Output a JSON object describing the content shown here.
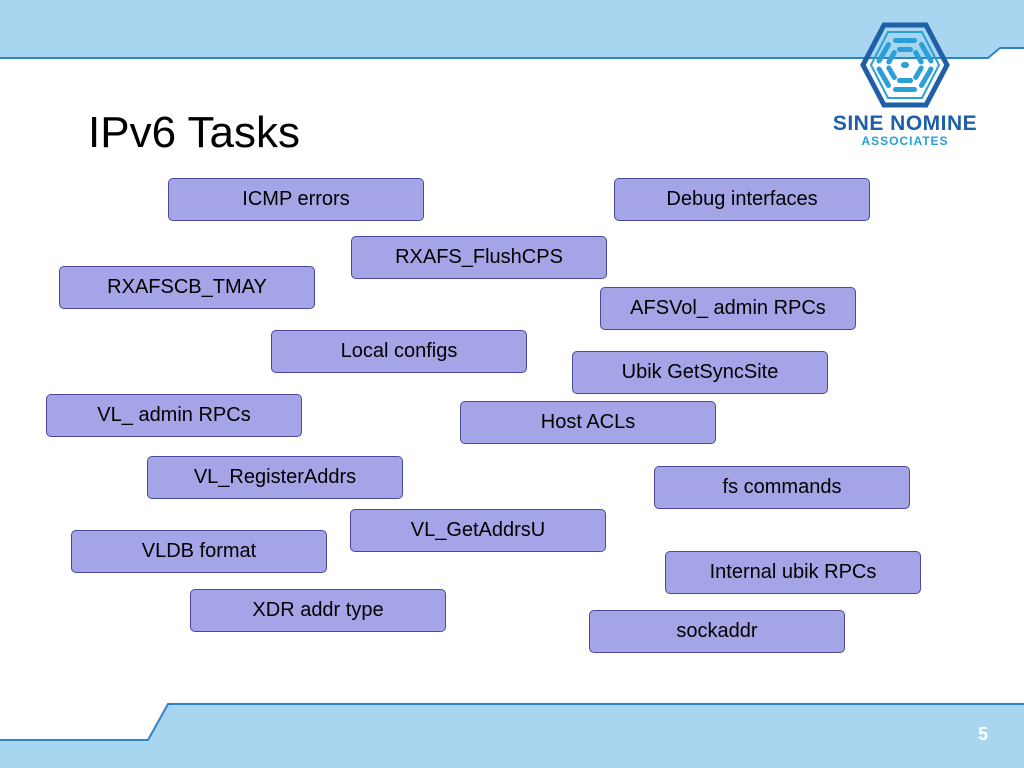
{
  "slide": {
    "title": "IPv6 Tasks",
    "page_number": "5"
  },
  "logo": {
    "line1": "SINE NOMINE",
    "line2": "ASSOCIATES"
  },
  "tasks": [
    "ICMP errors",
    "Debug interfaces",
    "RXAFS_FlushCPS",
    "RXAFSCB_TMAY",
    "AFSVol_ admin RPCs",
    "Local configs",
    "Ubik GetSyncSite",
    "VL_ admin RPCs",
    "Host ACLs",
    "VL_RegisterAddrs",
    "fs commands",
    "VL_GetAddrsU",
    "VLDB format",
    "Internal ubik RPCs",
    "XDR addr type",
    "sockaddr"
  ],
  "colors": {
    "band": "#a8d6f0",
    "band_line": "#2f84c4",
    "box_fill": "#a4a4e6",
    "box_border": "#4a4a9a",
    "logo_primary": "#1e5fa8",
    "logo_secondary": "#2a9fd8"
  }
}
